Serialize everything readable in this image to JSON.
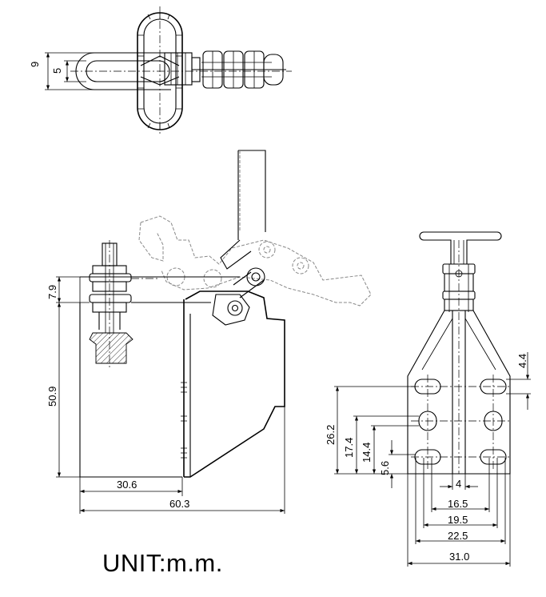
{
  "unit_label": "UNIT:m.m.",
  "top_view": {
    "dim_outer": "9",
    "dim_inner": "5"
  },
  "side_view": {
    "dim_top": "7.9",
    "dim_height": "50.9",
    "dim_half": "30.6",
    "dim_total": "60.3"
  },
  "front_view": {
    "dim_slot": "4.4",
    "dim_26_2": "26.2",
    "dim_17_4": "17.4",
    "dim_14_4": "14.4",
    "dim_5_6": "5.6",
    "dim_4": "4",
    "dim_16_5": "16.5",
    "dim_19_5": "19.5",
    "dim_22_5": "22.5",
    "dim_31_0": "31.0"
  }
}
